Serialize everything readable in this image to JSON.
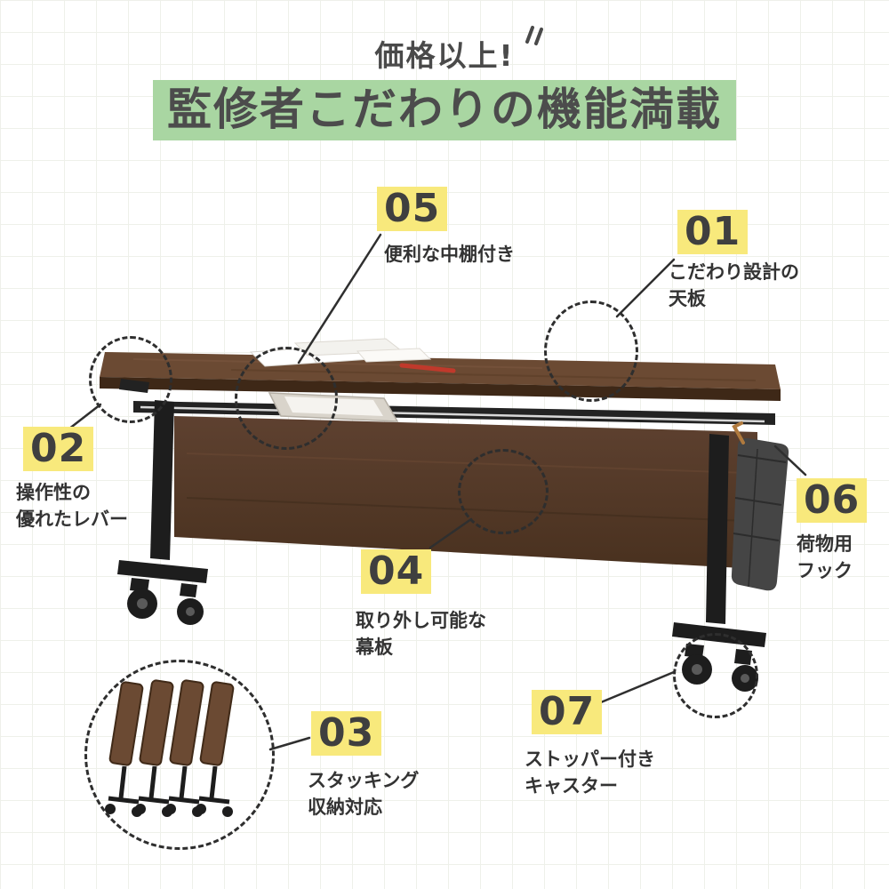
{
  "header": {
    "tagline": "価格以上!",
    "title": "監修者こだわりの機能満載"
  },
  "callouts": {
    "c01": {
      "number": "01",
      "lines": [
        "こだわり設計の",
        "天板"
      ]
    },
    "c02": {
      "number": "02",
      "lines": [
        "操作性の",
        "優れたレバー"
      ]
    },
    "c03": {
      "number": "03",
      "lines": [
        "スタッキング",
        "収納対応"
      ]
    },
    "c04": {
      "number": "04",
      "lines": [
        "取り外し可能な",
        "幕板"
      ]
    },
    "c05": {
      "number": "05",
      "lines": [
        "便利な中棚付き"
      ]
    },
    "c06": {
      "number": "06",
      "lines": [
        "荷物用",
        "フック"
      ]
    },
    "c07": {
      "number": "07",
      "lines": [
        "ストッパー付き",
        "キャスター"
      ]
    }
  },
  "colors": {
    "highlight_green": "#a9d6a2",
    "highlight_yellow": "#f8e97c",
    "ink": "#3f3f3f",
    "line": "#2f2f2f",
    "wood": "#5d4130"
  }
}
